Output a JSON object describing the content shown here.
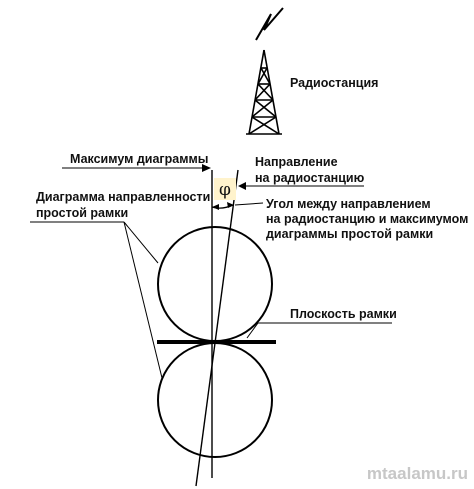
{
  "labels": {
    "station": "Радиостанция",
    "max_lobe": "Максимум диаграммы",
    "dir_line1": "Направление",
    "dir_line2": "на радиостанцию",
    "pattern_line1": "Диаграмма направленности",
    "pattern_line2": "простой рамки",
    "angle_line1": "Угол между направлением",
    "angle_line2": "на радиостанцию и  максимумом",
    "angle_line3": "диаграммы простой рамки",
    "plane": "Плоскость рамки",
    "phi_symbol": "φ"
  },
  "watermark": "mtaalamu.ru",
  "colors": {
    "line": "#000000",
    "phi_box": "#fff3cc",
    "watermark": "#c7c7c7"
  }
}
